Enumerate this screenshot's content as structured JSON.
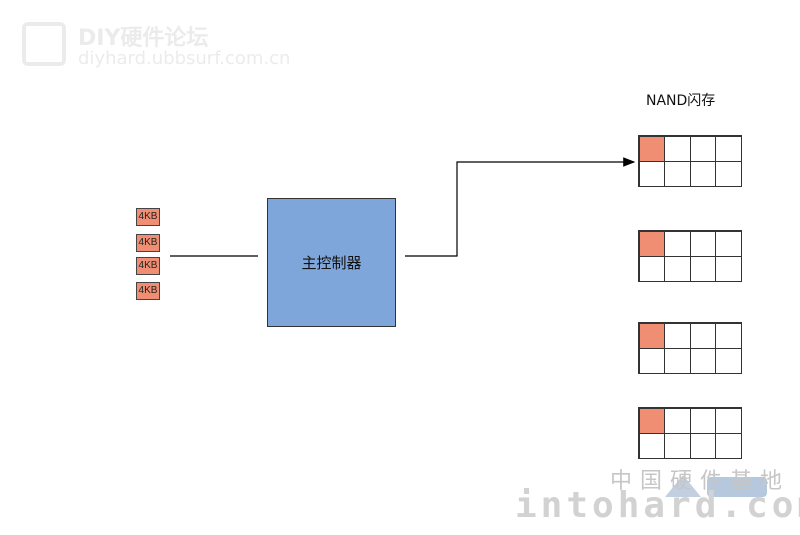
{
  "watermark_top": {
    "line1": "DIY硬件论坛",
    "line2": "diyhard.ubbsurf.com.cn"
  },
  "buffer_blocks": [
    "4KB",
    "4KB",
    "4KB",
    "4KB"
  ],
  "controller": {
    "label": "主控制器"
  },
  "nand": {
    "title": "NAND闪存",
    "grids": 4,
    "rows": 2,
    "cols": 4,
    "highlight_cell": 0
  },
  "watermark_bottom": {
    "cn": "中国硬件基地",
    "en": "intohard.com"
  },
  "colors": {
    "block_fill": "#f08e73",
    "controller_fill": "#7fa6da",
    "line": "#000000"
  }
}
